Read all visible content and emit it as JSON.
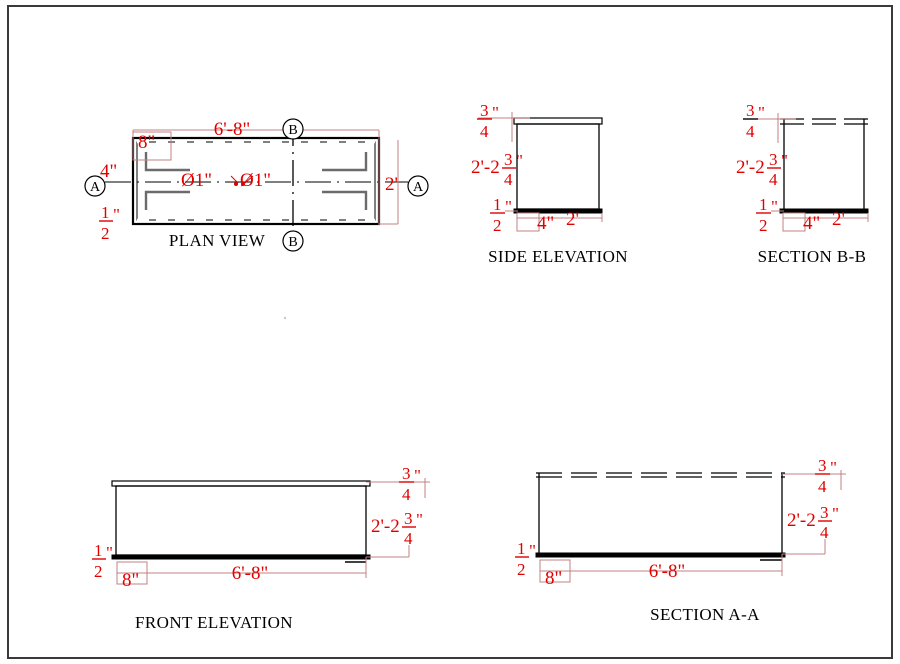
{
  "sheet": {
    "background": "#ffffff",
    "border_color": "#3a3a3a",
    "dimension_color": "#e00000",
    "dimension_line_color": "#c08080",
    "object_color": "#000000",
    "hidden_color": "#555555"
  },
  "views": {
    "plan": {
      "title": "PLAN VIEW",
      "dims": {
        "overall_length": "6'-8\"",
        "corner_offset": "8\"",
        "left_edge": "4\"",
        "wall_thickness_num": "1",
        "wall_thickness_den": "2",
        "wall_thickness_unit": "\"",
        "overall_width": "2'",
        "hole_left": "Ø1\"",
        "hole_right": "Ø1\""
      },
      "section_marks": {
        "a_left": "A",
        "a_right": "A",
        "b_top": "B",
        "b_bottom": "B"
      }
    },
    "side_elevation": {
      "title": "SIDE ELEVATION",
      "dims": {
        "top_thickness_num": "3",
        "top_thickness_den": "4",
        "top_thickness_unit": "\"",
        "height_prefix": "2'-2",
        "height_num": "3",
        "height_den": "4",
        "height_unit": "\"",
        "base_thickness_num": "1",
        "base_thickness_den": "2",
        "base_thickness_unit": "\"",
        "foot_width": "4\"",
        "overall_depth": "2'"
      }
    },
    "section_bb": {
      "title": "SECTION B-B",
      "dims": {
        "top_thickness_num": "3",
        "top_thickness_den": "4",
        "top_thickness_unit": "\"",
        "height_prefix": "2'-2",
        "height_num": "3",
        "height_den": "4",
        "height_unit": "\"",
        "base_thickness_num": "1",
        "base_thickness_den": "2",
        "base_thickness_unit": "\"",
        "foot_width": "4\"",
        "overall_depth": "2'"
      }
    },
    "front_elevation": {
      "title": "FRONT ELEVATION",
      "dims": {
        "top_thickness_num": "3",
        "top_thickness_den": "4",
        "top_thickness_unit": "\"",
        "height_prefix": "2'-2",
        "height_num": "3",
        "height_den": "4",
        "height_unit": "\"",
        "base_thickness_num": "1",
        "base_thickness_den": "2",
        "base_thickness_unit": "\"",
        "corner_offset": "8\"",
        "overall_length": "6'-8\""
      }
    },
    "section_aa": {
      "title": "SECTION A-A",
      "dims": {
        "top_thickness_num": "3",
        "top_thickness_den": "4",
        "top_thickness_unit": "\"",
        "height_prefix": "2'-2",
        "height_num": "3",
        "height_den": "4",
        "height_unit": "\"",
        "base_thickness_num": "1",
        "base_thickness_den": "2",
        "base_thickness_unit": "\"",
        "corner_offset": "8\"",
        "overall_length": "6'-8\""
      }
    }
  }
}
